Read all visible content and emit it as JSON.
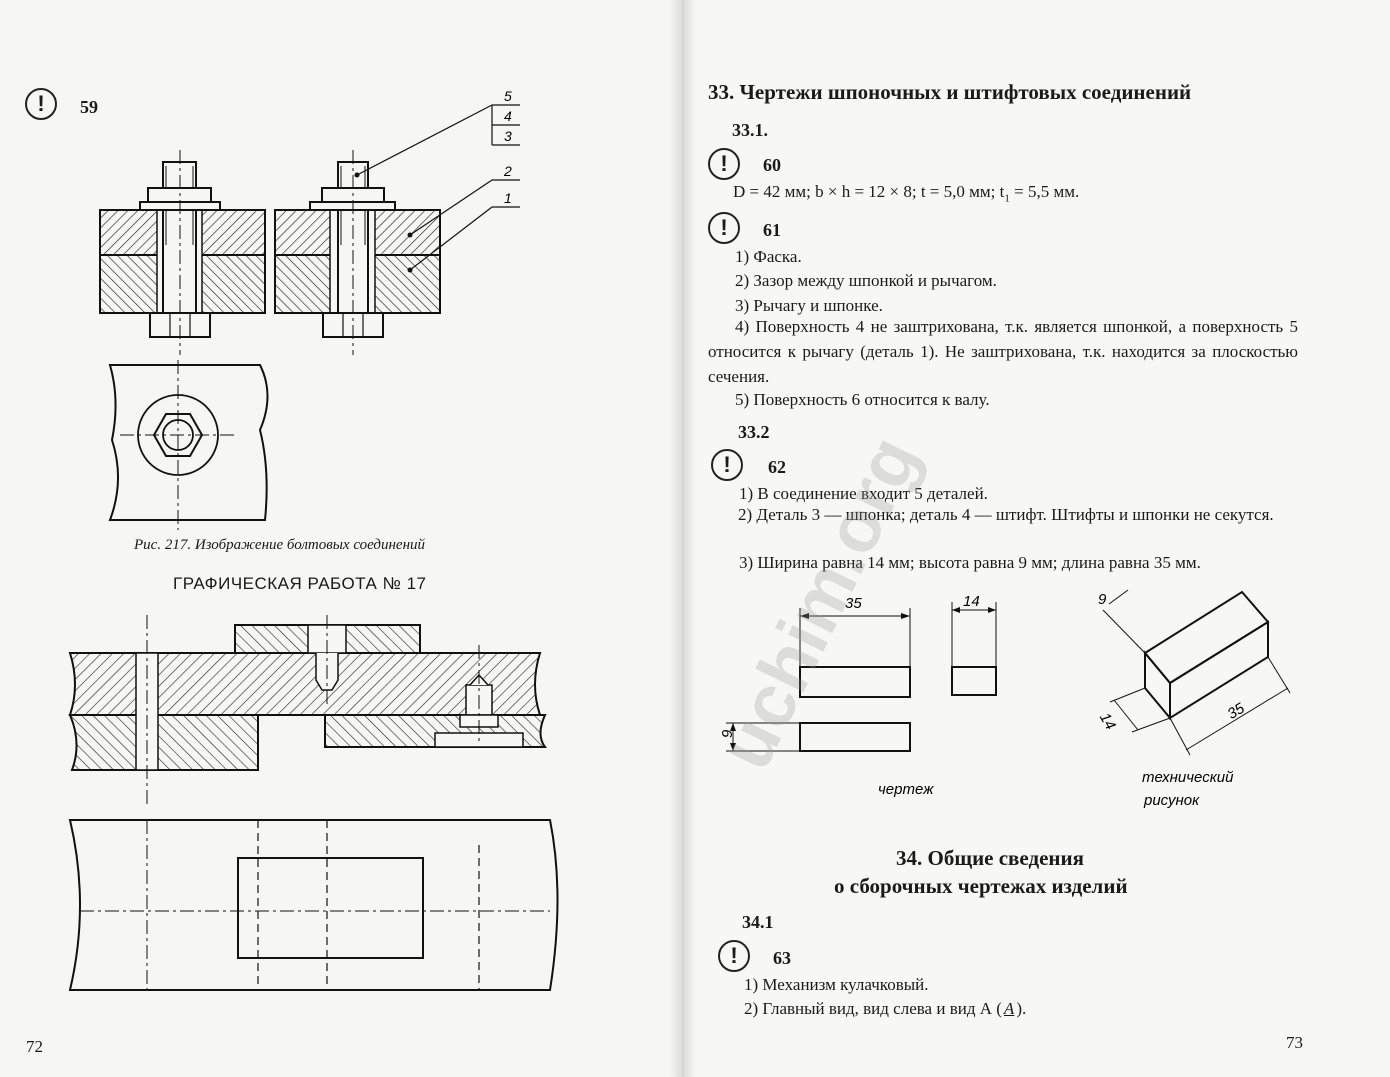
{
  "left_page": {
    "task_59": "59",
    "figure_callouts": [
      "5",
      "4",
      "3",
      "2",
      "1"
    ],
    "caption": "Рис. 217. Изображение болтовых соединений",
    "graphic_work_title": "ГРАФИЧЕСКАЯ РАБОТА № 17",
    "page_number": "72"
  },
  "right_page": {
    "section_33_title": "33. Чертежи шпоночных и штифтовых соединений",
    "sub_33_1": "33.1.",
    "task_60": "60",
    "task_60_text": "D = 42 мм; b × h = 12 × 8; t = 5,0 мм; t",
    "task_60_sub": "1",
    "task_60_tail": " = 5,5 мм.",
    "task_61": "61",
    "task_61_lines": [
      "1) Фаска.",
      "2) Зазор между шпонкой и рычагом.",
      "3) Рычагу и шпонке.",
      "4) Поверхность 4 не заштрихована, т.к. является шпонкой, а поверхность 5 относится к рычагу (деталь 1). Не заштрихована, т.к. находится за плоскостью сечения.",
      "5) Поверхность 6 относится к валу."
    ],
    "sub_33_2": "33.2",
    "task_62": "62",
    "task_62_lines": [
      "1) В соединение входит 5 деталей.",
      "2) Деталь 3 — шпонка; деталь 4 — штифт. Штифты и шпонки не секутся.",
      "3) Ширина равна 14 мм; высота равна 9 мм; длина равна 35 мм."
    ],
    "dims": {
      "length": "35",
      "width": "14",
      "height": "9"
    },
    "label_drawing": "чертеж",
    "label_tech_1": "технический",
    "label_tech_2": "рисунок",
    "section_34_line1": "34. Общие сведения",
    "section_34_line2": "о сборочных чертежах изделий",
    "sub_34_1": "34.1",
    "task_63": "63",
    "task_63_line1": "1) Механизм кулачковый.",
    "task_63_line2_pre": "2) Главный вид, вид слева и вид А (",
    "task_63_line2_symbol": "A",
    "task_63_line2_post": ").",
    "page_number": "73"
  },
  "watermark": "uchim.org"
}
